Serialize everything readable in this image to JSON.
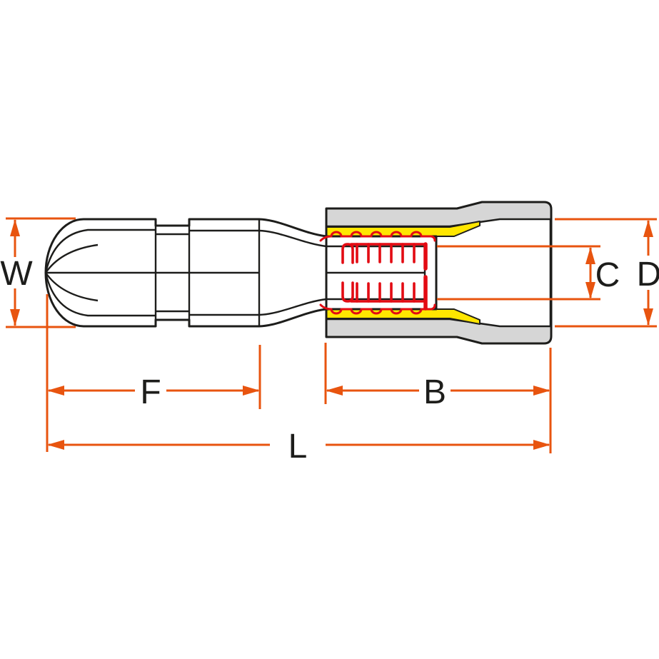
{
  "dimension_labels": {
    "W": "W",
    "F": "F",
    "L": "L",
    "B": "B",
    "C": "C",
    "D": "D"
  },
  "colors": {
    "line": "#1d1d1b",
    "dimension": "#e8540f",
    "wire": "#e30b13",
    "liner": "#ffe600",
    "insulation": "#d6d6d6",
    "background": "#ffffff"
  }
}
